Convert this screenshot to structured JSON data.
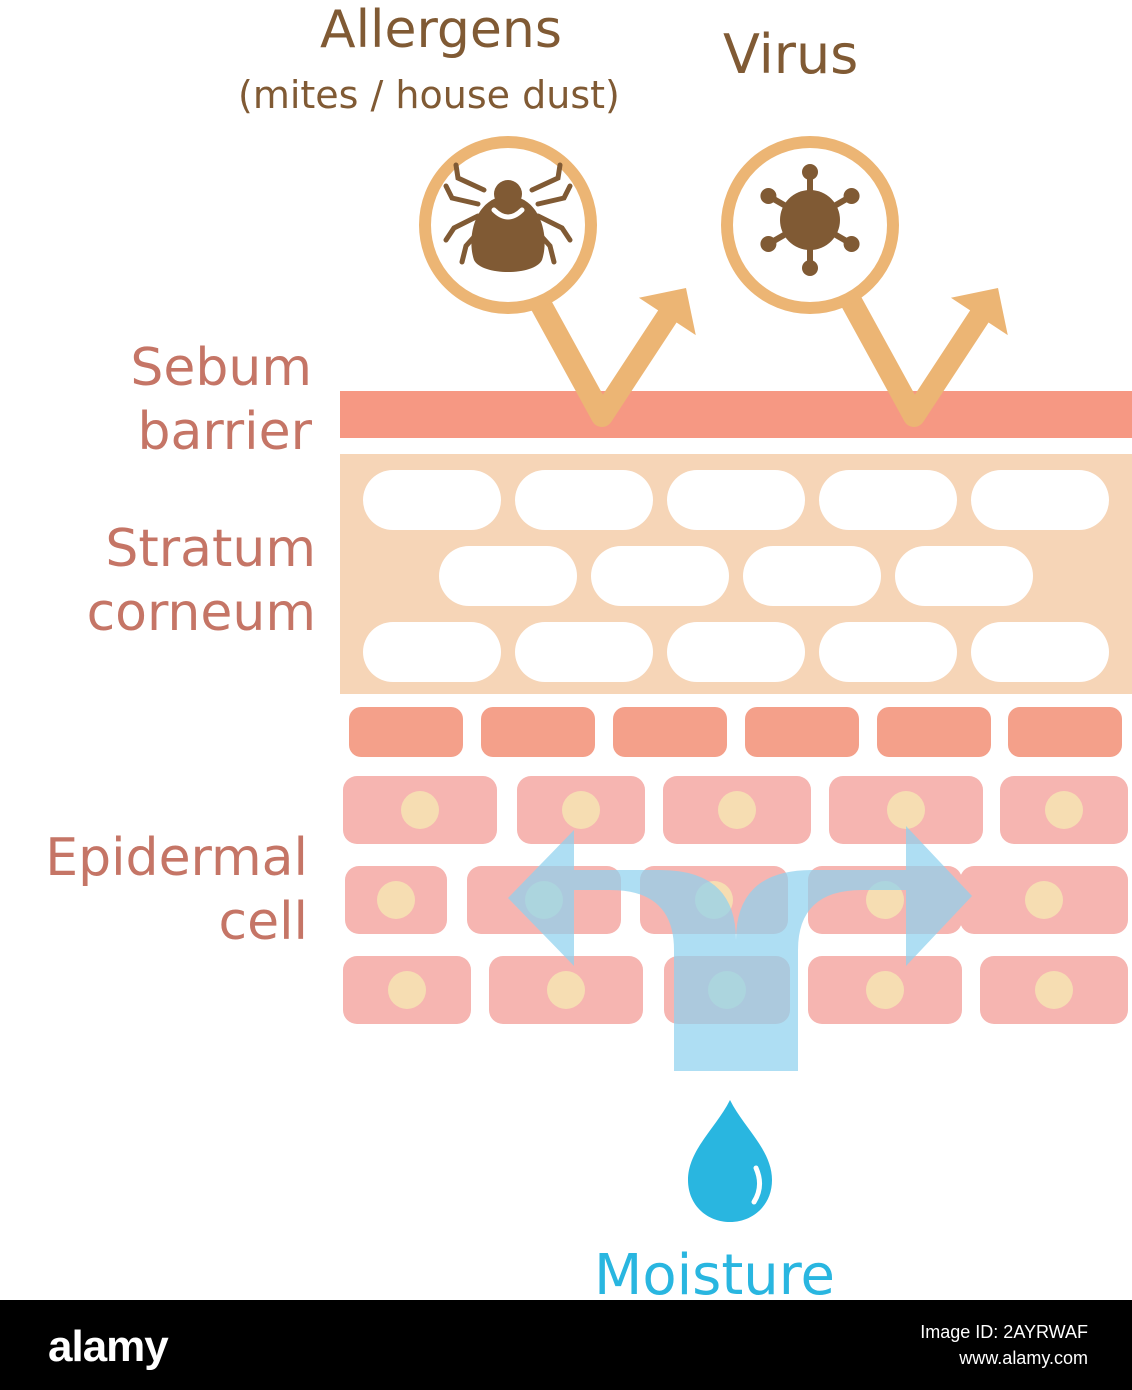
{
  "labels": {
    "allergens_title": "Allergens",
    "allergens_subtitle": "(mites / house dust)",
    "virus_title": "Virus",
    "sebum_line1": "Sebum",
    "sebum_line2": "barrier",
    "stratum_line1": "Stratum",
    "stratum_line2": "corneum",
    "epidermal_line1": "Epidermal",
    "epidermal_line2": "cell",
    "moisture": "Moisture"
  },
  "icons": {
    "allergen": "mite-icon",
    "virus": "virus-icon",
    "deflect_arrows": "deflect-arrow-icon",
    "moisture_drop": "water-drop-icon",
    "moisture_flow": "split-arrow-icon"
  },
  "colors": {
    "brown": "#805a34",
    "rose": "#c57566",
    "blue": "#29b6e0",
    "orange_light": "#ecb574",
    "sebum": "#f69883",
    "stratum": "#f6d5b7",
    "basal_cell": "#f4a08a",
    "epidermal_cell": "#f6b5b1",
    "nucleus": "#f6ddb2",
    "flow_blue": "#8fd1ef"
  },
  "footer": {
    "logo": "alamy",
    "image_id": "Image ID: 2AYRWAF",
    "url": "www.alamy.com"
  }
}
